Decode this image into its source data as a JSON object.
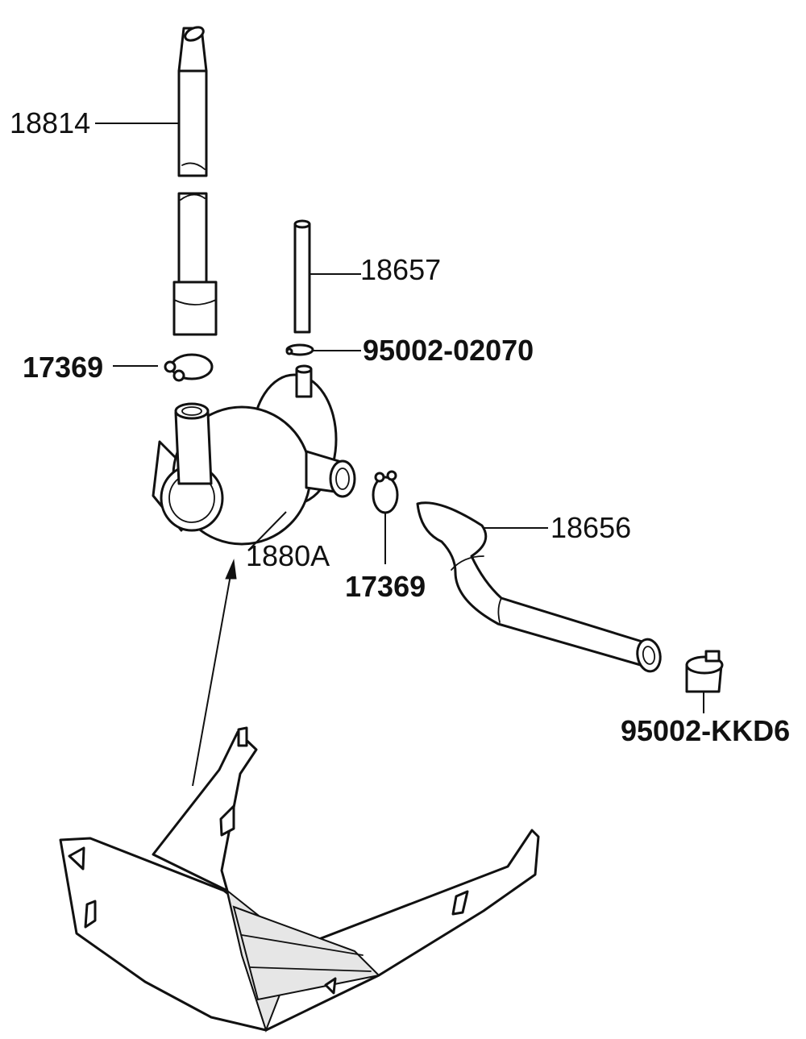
{
  "labels": {
    "hose_upper": "18814",
    "tube_small": "18657",
    "clip_small": "95002-02070",
    "clamp_left": "17369",
    "separator": "1880A",
    "clamp_right": "17369",
    "hose_lower": "18656",
    "clamp_end": "95002-KKD6"
  },
  "colors": {
    "line": "#111111",
    "fill": "#ffffff",
    "shade": "#e6e6e6"
  }
}
